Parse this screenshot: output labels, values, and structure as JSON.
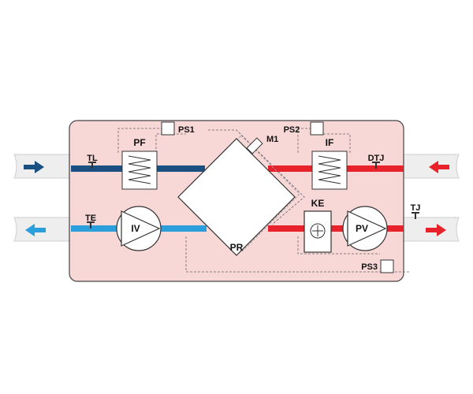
{
  "labels": {
    "pf": "PF",
    "ps1": "PS1",
    "ps2": "PS2",
    "m1": "M1",
    "if_filter": "IF",
    "tl": "TL",
    "dtj": "DTJ",
    "te": "TE",
    "iv": "IV",
    "ke": "KE",
    "pv": "PV",
    "tj": "TJ",
    "pr": "PR",
    "ps3": "PS3"
  },
  "colors": {
    "housing_fill": "#f8d7d7",
    "housing_stroke": "#444444",
    "outdoor_air": "#1a4f82",
    "exhaust_air": "#2a9fdc",
    "supply_air": "#e8222a",
    "extract_air": "#e8222a",
    "duct": "#eeeeee"
  },
  "icons": {
    "temperature_sensor": "t-sensor-icon",
    "fan": "fan-icon",
    "heater": "heater-icon",
    "filter": "filter-icon",
    "arrow": "arrow-icon"
  }
}
